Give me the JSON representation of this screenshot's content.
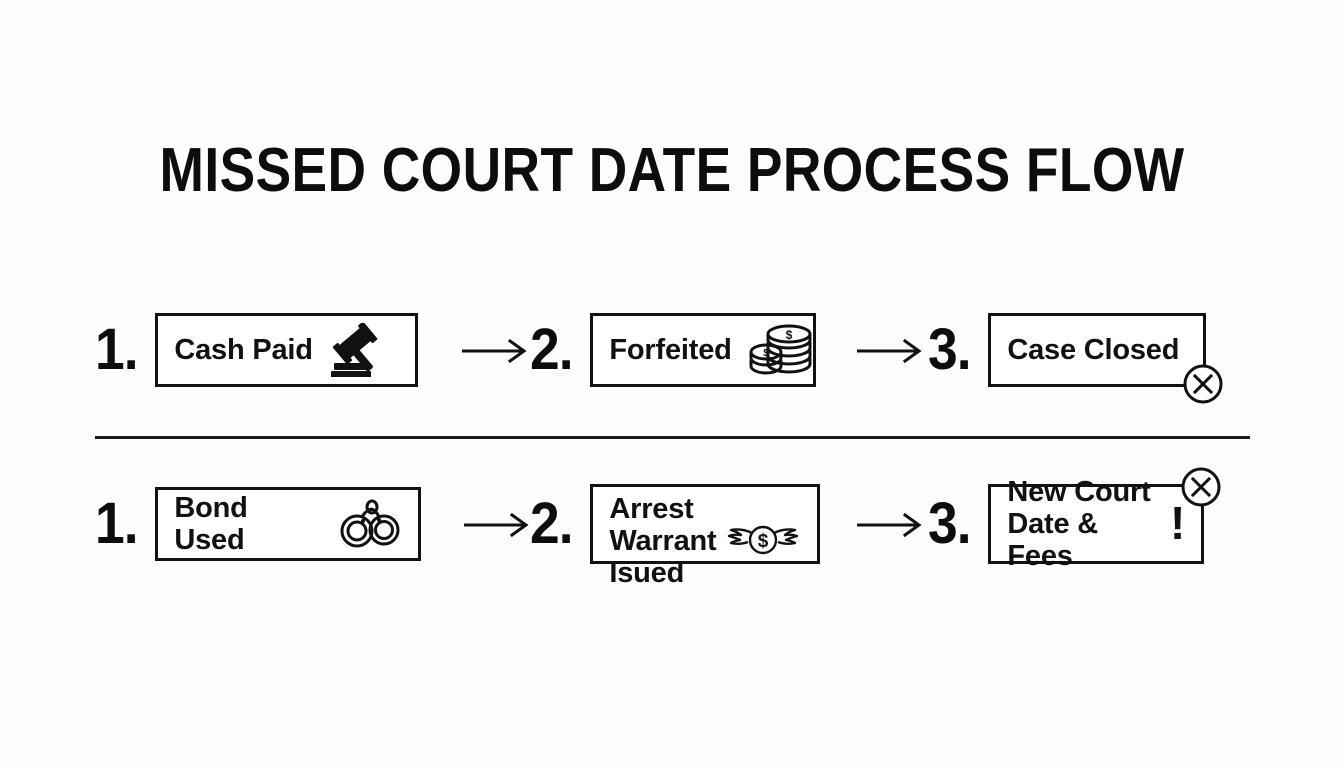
{
  "page": {
    "title": "MISSED COURT DATE PROCESS FLOW",
    "background_color": "#fdfdfd",
    "ink_color": "#111111"
  },
  "flows": [
    {
      "name": "cash-bond-flow",
      "steps": [
        {
          "number": "1.",
          "label": "Cash Paid",
          "icon": "gavel-icon",
          "arrow_after": "arrow-right-icon",
          "corner_mark": null,
          "bang": null
        },
        {
          "number": "2.",
          "label": "Forfeited",
          "icon": "coin-stack-icon",
          "arrow_after": "arrow-right-icon",
          "corner_mark": null,
          "bang": null
        },
        {
          "number": "3.",
          "label": "Case Closed",
          "icon": null,
          "arrow_after": null,
          "corner_mark": "circle-x-icon",
          "corner_position": "bottom-right",
          "bang": null
        }
      ]
    },
    {
      "name": "surety-bond-flow",
      "steps": [
        {
          "number": "1.",
          "label": "Bond Used",
          "icon": "handcuffs-icon",
          "arrow_after": "arrow-right-icon",
          "corner_mark": null,
          "bang": null
        },
        {
          "number": "2.",
          "label": "Arrest Warrant\nIsued",
          "icon": "winged-dollar-icon",
          "arrow_after": "arrow-right-icon",
          "corner_mark": null,
          "bang": null
        },
        {
          "number": "3.",
          "label": "New Court\nDate & Fees",
          "icon": null,
          "arrow_after": null,
          "corner_mark": "circle-x-icon",
          "corner_position": "top-right",
          "bang": "!"
        }
      ]
    }
  ]
}
